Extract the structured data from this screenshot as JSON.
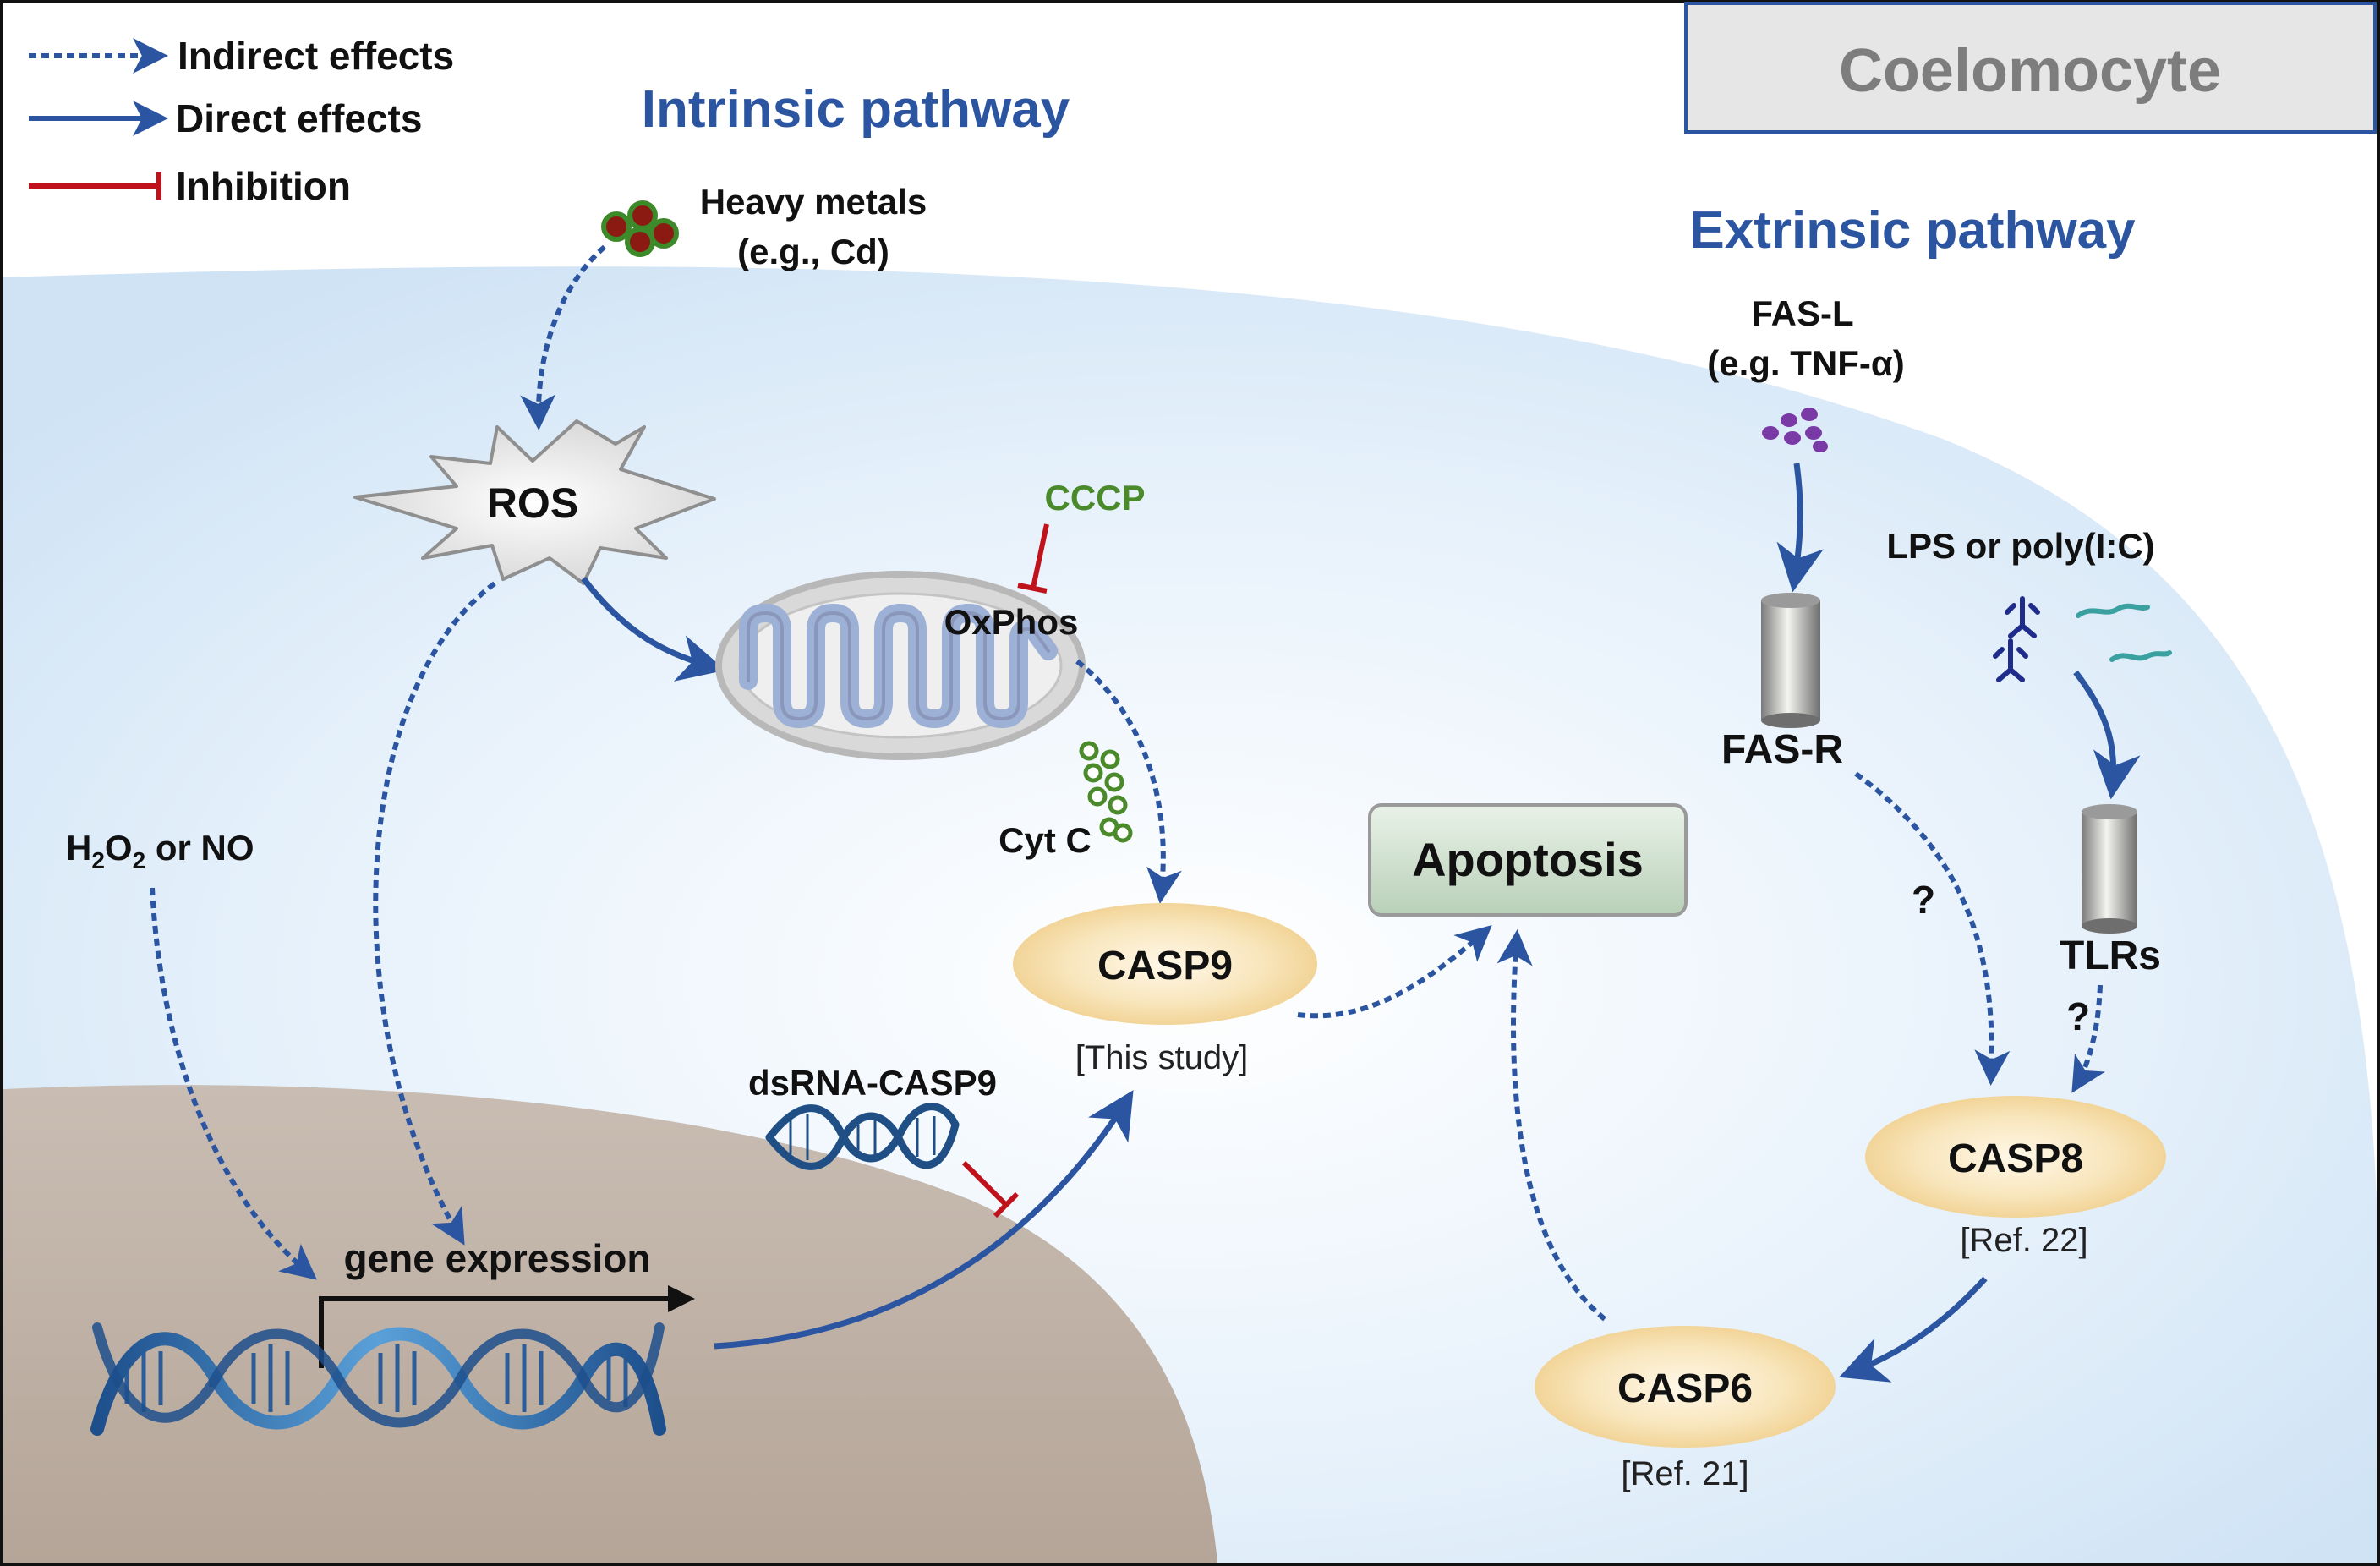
{
  "legend": {
    "indirect": "Indirect effects",
    "direct": "Direct effects",
    "inhibition": "Inhibition"
  },
  "cell_label": "Coelomocyte",
  "pathways": {
    "intrinsic": "Intrinsic pathway",
    "extrinsic": "Extrinsic pathway"
  },
  "intrinsic": {
    "heavy_metals_1": "Heavy metals",
    "heavy_metals_2": "(e.g., Cd)",
    "ros": "ROS",
    "cccp": "CCCP",
    "oxphos": "OxPhos",
    "cyt_c": "Cyt C",
    "h2o2_h": "H",
    "h2o2_sub1": "2",
    "h2o2_o": "O",
    "h2o2_sub2": "2",
    "h2o2_rest": " or NO",
    "gene_expression": "gene expression",
    "dsrna": "dsRNA-CASP9",
    "casp9": "CASP9",
    "casp9_ref": "[This study]"
  },
  "apoptosis": "Apoptosis",
  "extrinsic": {
    "fasl_1": "FAS-L",
    "fasl_2": "(e.g. TNF-α)",
    "fasr": "FAS-R",
    "lps": "LPS or poly(I:C)",
    "tlrs": "TLRs",
    "q1": "?",
    "q2": "?",
    "casp8": "CASP8",
    "casp8_ref": "[Ref. 22]",
    "casp6": "CASP6",
    "casp6_ref": "[Ref. 21]"
  },
  "colors": {
    "arrow_blue": "#2b55a0",
    "inhibition_red": "#c0121c",
    "cccp_green": "#4a8a2a",
    "cytoplasm_blue": "#cfe3f5",
    "nucleus_tan": "#bfb0a3",
    "apoptosis_green": "#c9dcc8",
    "caspase_gold": "#f2d59a"
  },
  "icons": [
    "metal-particles-icon",
    "ros-burst-icon",
    "mitochondrion-icon",
    "cytochrome-c-icon",
    "dna-helix-icon",
    "dsrna-icon",
    "fas-ligand-icon",
    "receptor-cylinder-icon",
    "antibody-icon",
    "rna-strand-icon"
  ]
}
